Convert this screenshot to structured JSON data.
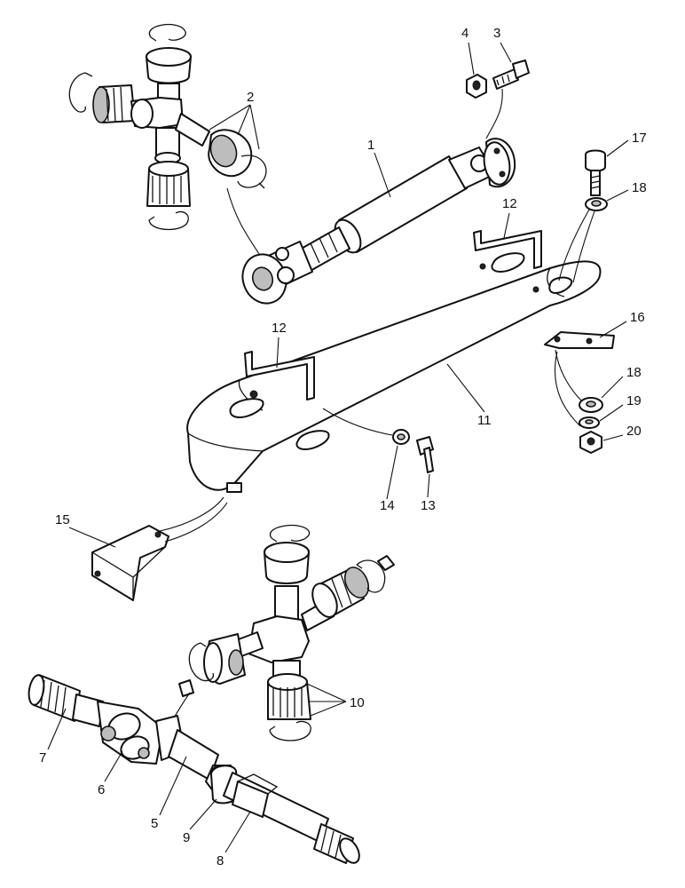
{
  "callouts": [
    "1",
    "2",
    "3",
    "4",
    "5",
    "6",
    "7",
    "8",
    "9",
    "10",
    "11",
    "12",
    "12",
    "13",
    "14",
    "15",
    "16",
    "17",
    "18",
    "18",
    "19",
    "20"
  ]
}
